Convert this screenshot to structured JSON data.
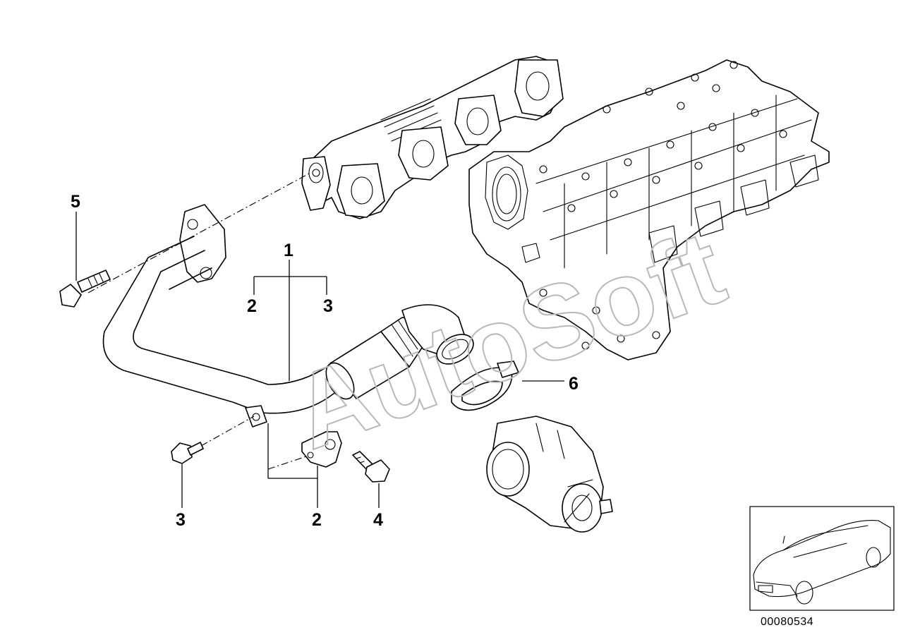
{
  "callouts": {
    "c1": "1",
    "c2_top": "2",
    "c3_top": "3",
    "c5": "5",
    "c6": "6",
    "c3_bottom": "3",
    "c2_bottom": "2",
    "c4": "4"
  },
  "watermark": "AutoSoft",
  "diagram_number": "00080534",
  "icons": {
    "exhaust_manifold": "exhaust-manifold-icon",
    "cylinder_head": "cylinder-head-icon",
    "egr_pipe": "egr-pipe-icon",
    "hose_clamp": "hose-clamp-icon",
    "egr_valve": "egr-valve-icon",
    "car_thumbnail": "car-icon",
    "screws": "screw-icon"
  }
}
